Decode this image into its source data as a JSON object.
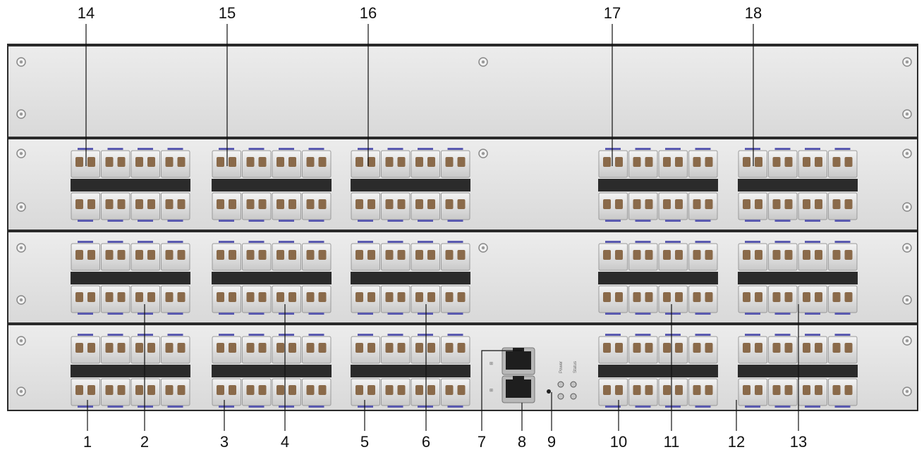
{
  "callouts_top": [
    "14",
    "15",
    "16",
    "17",
    "18"
  ],
  "callouts_bottom": [
    "1",
    "2",
    "3",
    "4",
    "5",
    "6",
    "7",
    "8",
    "9",
    "10",
    "11",
    "12",
    "13"
  ],
  "led_panel": {
    "power": "Power",
    "status": "Status"
  },
  "colors": {
    "chassis": "#e3e3e3",
    "chassis_border": "#2a2a2a",
    "port_core": "#8a6a4a",
    "label_strip": "#5a5ab0",
    "divider_bar": "#2b2b2b"
  }
}
